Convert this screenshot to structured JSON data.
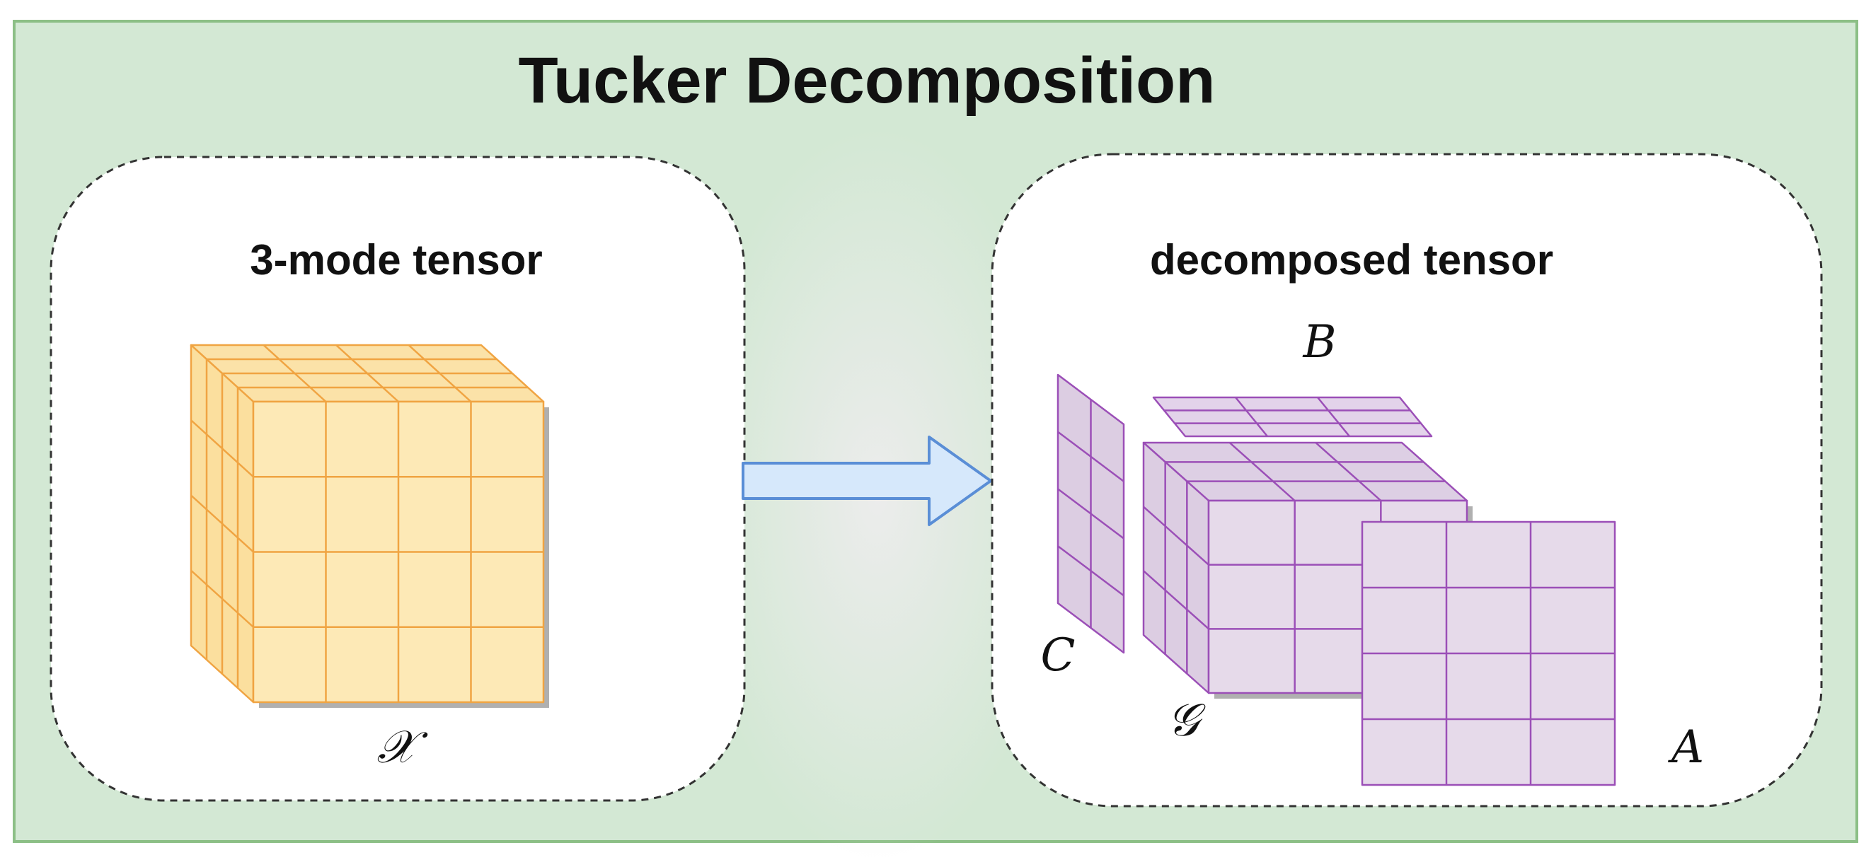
{
  "title": "Tucker Decomposition",
  "left_panel": {
    "heading": "3-mode tensor",
    "tensor_label": "𝒳"
  },
  "right_panel": {
    "heading": "decomposed tensor",
    "factor_b_label": "B",
    "factor_c_label": "C",
    "core_label": "𝒢",
    "factor_a_label": "A"
  },
  "colors": {
    "background_green": "#d3e8d4",
    "tensor_fill": "#fde9b6",
    "tensor_line": "#f0a442",
    "core_fill": "#e6daea",
    "core_line": "#9b4fb7",
    "arrow_fill": "#d6e8fb",
    "arrow_line": "#5a8ed6"
  }
}
